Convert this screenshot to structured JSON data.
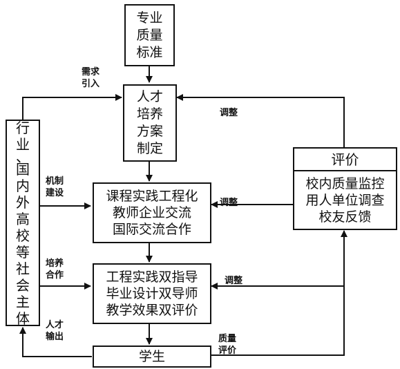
{
  "diagram": {
    "standard_box": [
      "专业",
      "质量",
      "标准"
    ],
    "plan_box": [
      "人才",
      "培养",
      "方案",
      "制定"
    ],
    "course_box": [
      "课程实践工程化",
      "教师企业交流",
      "国际交流合作"
    ],
    "engineering_box": [
      "工程实践双指导",
      "毕业设计双导师",
      "教学效果双评价"
    ],
    "student_box": "学生",
    "industry_box": [
      "行",
      "业",
      "、",
      "国",
      "内",
      "外",
      "高",
      "校",
      "等",
      "社",
      "会",
      "主",
      "体"
    ],
    "evaluation_box": {
      "title": "评价",
      "lines": [
        "校内质量监控",
        "用人单位调查",
        "校友反馈"
      ]
    },
    "labels": {
      "demand_intro": [
        "需求",
        "引入"
      ],
      "adjust_top": "调整",
      "mechanism": [
        "机制",
        "建设"
      ],
      "adjust_mid": "调整",
      "training": [
        "培养",
        "合作"
      ],
      "adjust_low": "调整",
      "talent_output": [
        "人才",
        "输出"
      ],
      "quality_eval": [
        "质量",
        "评价"
      ]
    }
  }
}
